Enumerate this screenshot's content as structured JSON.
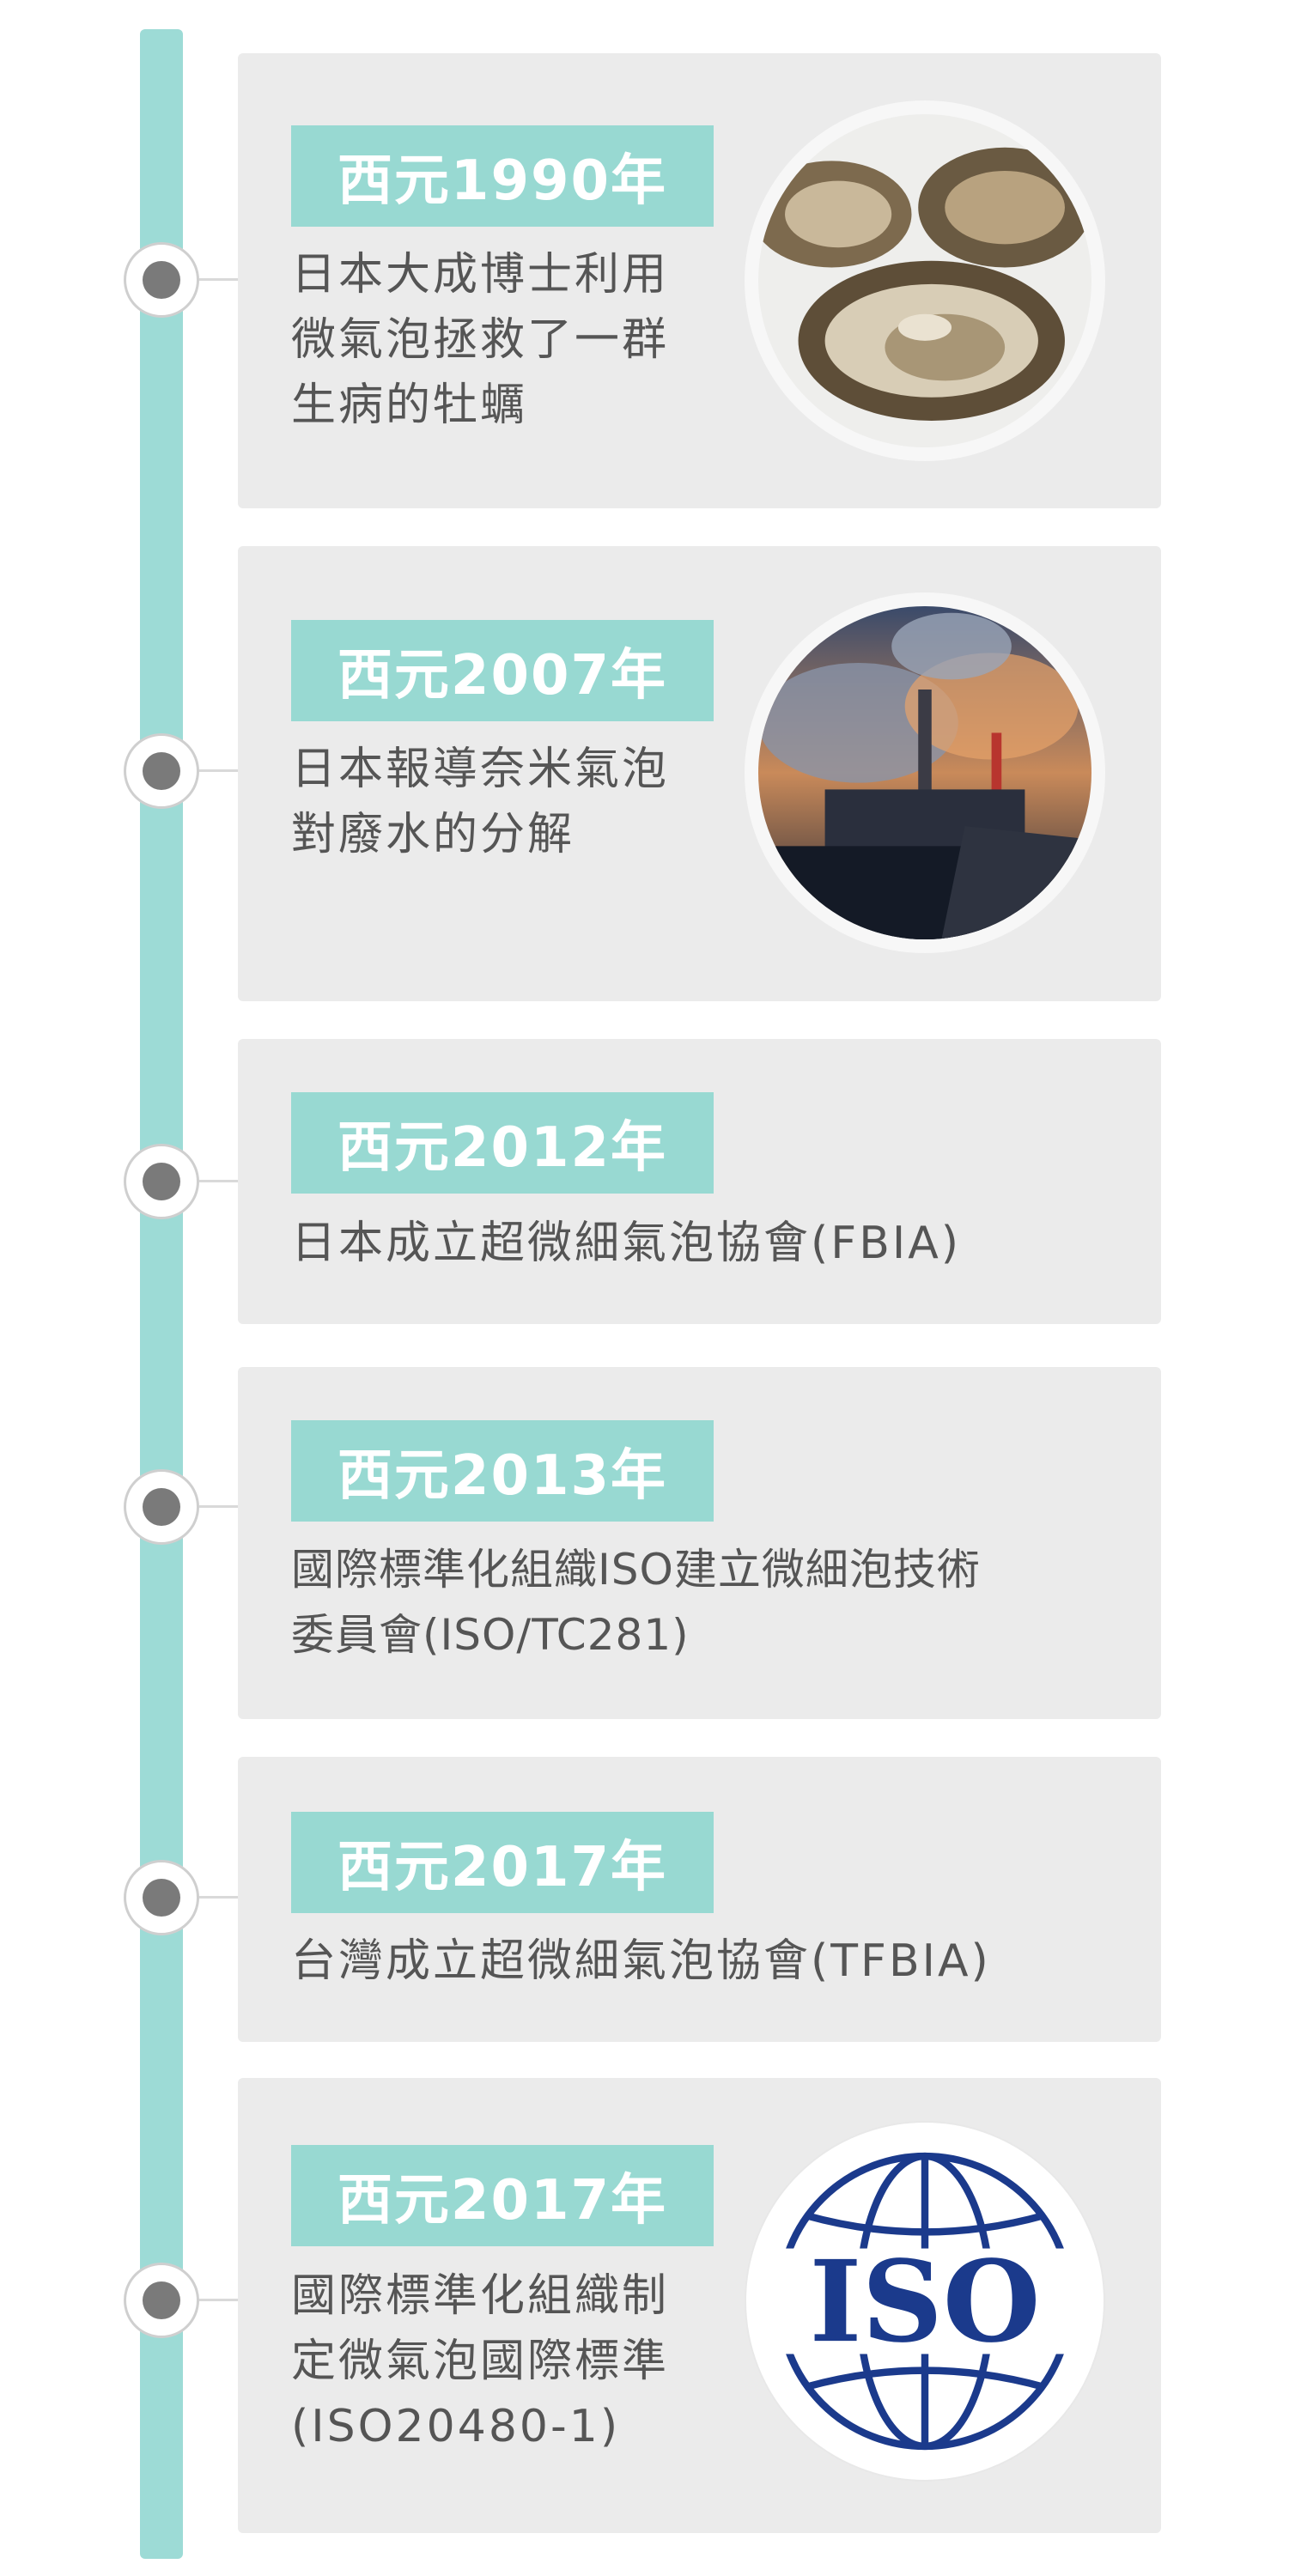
{
  "timeline": [
    {
      "year": "西元1990年",
      "lines": [
        "日本大成博士利用",
        "微氣泡拯救了一群",
        "生病的牡蠣"
      ],
      "image": "oyster-photo"
    },
    {
      "year": "西元2007年",
      "lines": [
        "日本報導奈米氣泡",
        "對廢水的分解"
      ],
      "image": "factory-pollution-photo"
    },
    {
      "year": "西元2012年",
      "lines": [
        "日本成立超微細氣泡協會(FBIA)"
      ]
    },
    {
      "year": "西元2013年",
      "lines": [
        "國際標準化組織ISO建立微細泡技術",
        "委員會(ISO/TC281)"
      ]
    },
    {
      "year": "西元2017年",
      "lines": [
        "台灣成立超微細氣泡協會(TFBIA)"
      ]
    },
    {
      "year": "西元2017年",
      "lines": [
        "國際標準化組織制",
        "定微氣泡國際標準",
        "(ISO20480-1)"
      ],
      "image": "iso-logo",
      "logo_text": "ISO"
    }
  ],
  "colors": {
    "timeline_bar": "#9ddbd6",
    "year_tag": "#98d9d2",
    "card_bg": "#ebebeb",
    "text": "#555555",
    "iso_blue": "#1b3a8c"
  }
}
